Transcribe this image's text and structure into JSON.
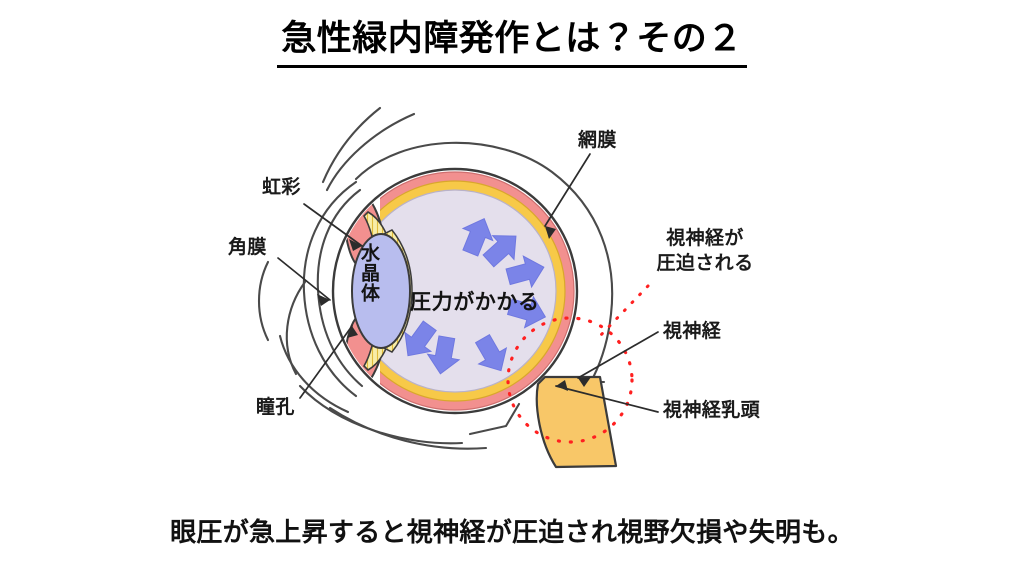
{
  "slide": {
    "title": "急性緑内障発作とは？その２",
    "caption": "眼圧が急上昇すると視神経が圧迫され視野欠損や失明も。",
    "background_color": "#ffffff"
  },
  "diagram": {
    "name": "acute-glaucoma-eye-cross-section",
    "center_text": "圧力がかかる",
    "labels": {
      "iris": "虹彩",
      "cornea": "角膜",
      "pupil": "瞳孔",
      "lens": "水晶体",
      "retina": "網膜",
      "optic_nerve_compressed_line1": "視神経が",
      "optic_nerve_compressed_line2": "圧迫される",
      "optic_nerve": "視神経",
      "optic_disc": "視神経乳頭"
    },
    "colors": {
      "sclera": "#ffffff",
      "choroid_pink": "#f2908f",
      "retina_yellow": "#f7c948",
      "vitreous_lavender": "#e4dfec",
      "lens_blue": "#b8bdee",
      "ciliary_yellow": "#f6e9a0",
      "optic_nerve_orange": "#f8c768",
      "pressure_arrow_blue": "#7b84e8",
      "compression_marker_red": "#ff2020",
      "outline": "#3b3b3b",
      "label_text": "#1b1b1b"
    },
    "pressure_arrows": [
      {
        "angle_deg": 292,
        "note": "upper-left outward"
      },
      {
        "angle_deg": 315,
        "note": "upper-mid outward"
      },
      {
        "angle_deg": 340,
        "note": "upper-right outward"
      },
      {
        "angle_deg": 20,
        "note": "right outward"
      },
      {
        "angle_deg": 70,
        "note": "lower-right outward"
      },
      {
        "angle_deg": 110,
        "note": "lower-mid outward"
      },
      {
        "angle_deg": 240,
        "note": "lower-left outward"
      }
    ],
    "compression_marker": {
      "shape": "dashed-circle",
      "style": "red dotted",
      "encircles": "optic disc and optic nerve head"
    }
  }
}
